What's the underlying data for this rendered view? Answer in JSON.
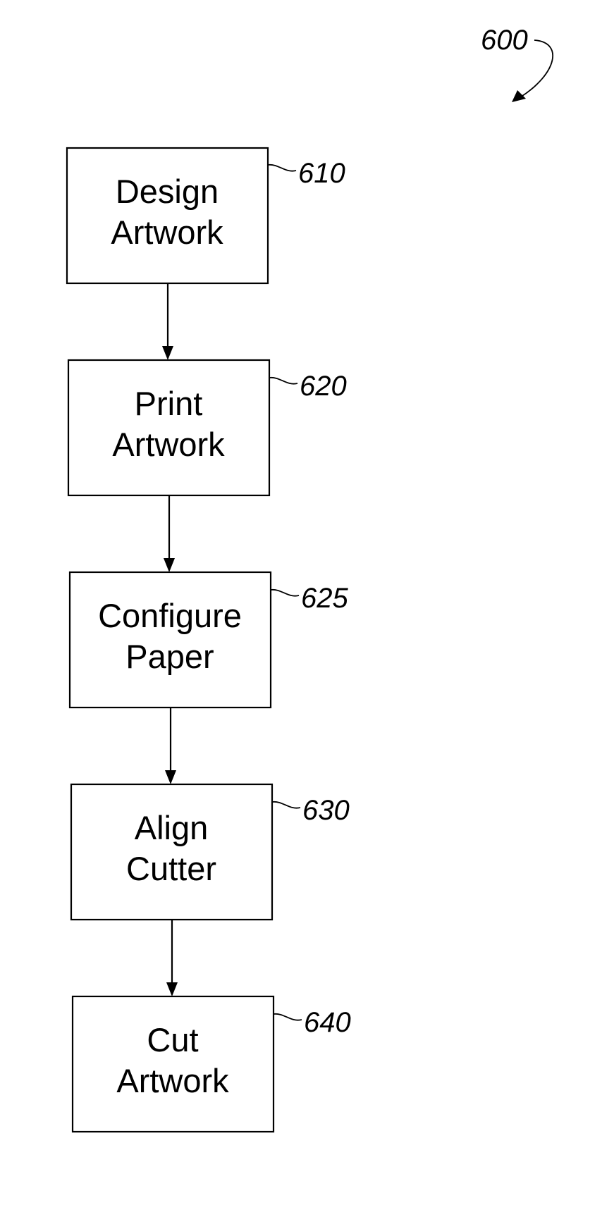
{
  "figure": {
    "reference": "600"
  },
  "steps": [
    {
      "ref": "610",
      "lines": [
        "Design",
        "Artwork"
      ]
    },
    {
      "ref": "620",
      "lines": [
        "Print",
        "Artwork"
      ]
    },
    {
      "ref": "625",
      "lines": [
        "Configure",
        "Paper"
      ]
    },
    {
      "ref": "630",
      "lines": [
        "Align",
        "Cutter"
      ]
    },
    {
      "ref": "640",
      "lines": [
        "Cut",
        "Artwork"
      ]
    }
  ],
  "colors": {
    "stroke": "#000000",
    "background": "#ffffff"
  }
}
